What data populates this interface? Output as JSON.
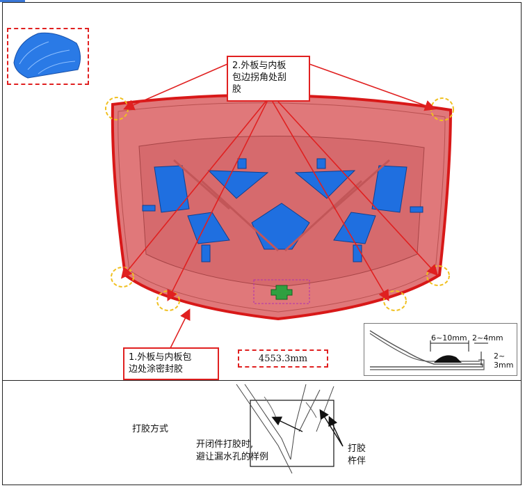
{
  "callouts": {
    "outer_inner_corner": "2.外板与内板\n包边拐角处刮\n胶",
    "outer_inner_seal": "1.外板与内板包\n边处涂密封胶",
    "measurement": "4553.3mm"
  },
  "detail": {
    "width_range": "6~10mm",
    "gap_range": "2~4mm",
    "thickness_range": "2~\n3mm"
  },
  "bottom": {
    "method_title": "打胶方式",
    "drain_note": "开闭件打胶时,\n避让漏水孔的样例",
    "fixture_label": "打胶\n杵伴"
  },
  "colors": {
    "panel_fill": "#e0787a",
    "panel_edge": "#d81818",
    "inner_blue": "#1f6fe0",
    "callout_red": "#e02020",
    "highlight_yellow": "#f0c020"
  }
}
